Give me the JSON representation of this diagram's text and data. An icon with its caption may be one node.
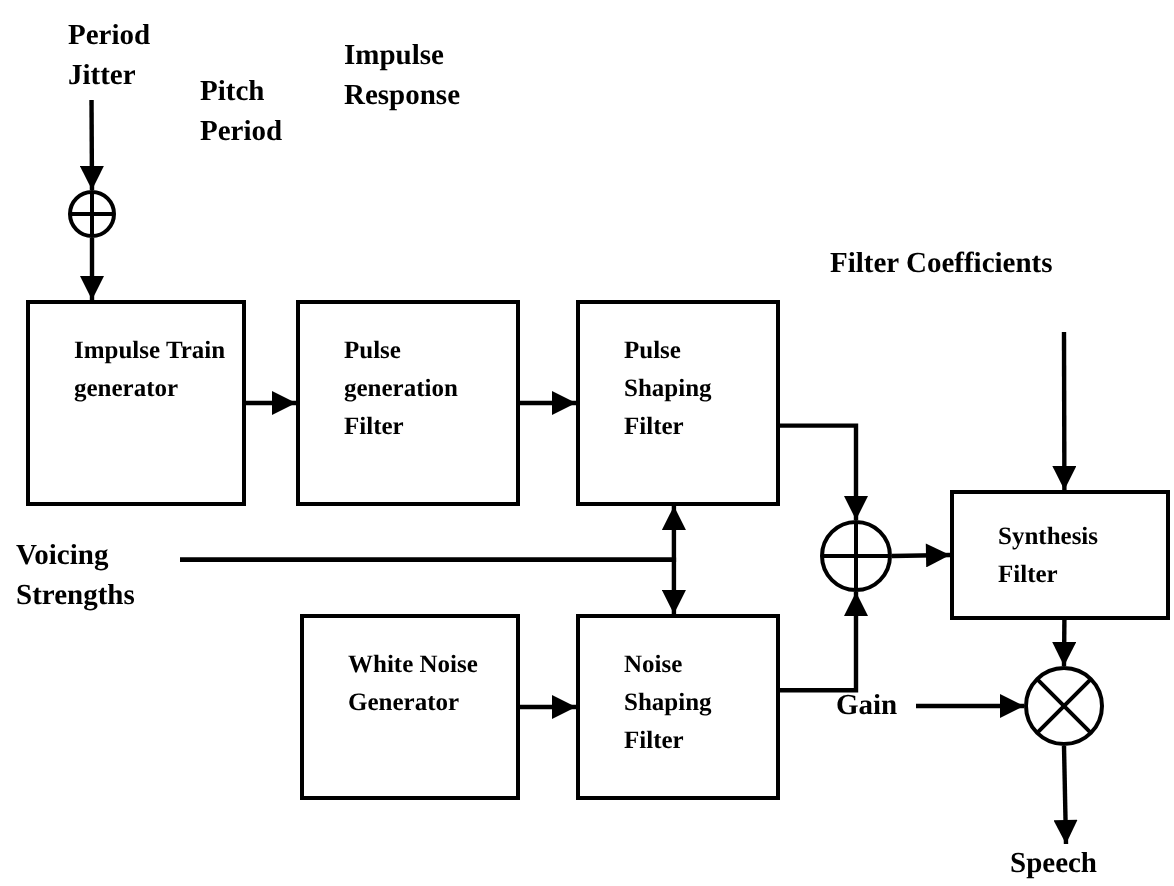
{
  "diagram": {
    "nodes": [
      {
        "text": [
          "Period Jitter"
        ]
      },
      {
        "text": [],
        "shape": "circle"
      },
      {
        "text": [
          "Impulse Train generator"
        ]
      },
      {
        "text": [
          "Pulse generation Filter"
        ]
      },
      {
        "text": [
          "Pulse Shaping Filter"
        ]
      },
      {
        "text": [
          "Voicing Strengths"
        ]
      },
      {
        "text": [
          "White Noise Generator"
        ]
      },
      {
        "text": [
          "Noise Shaping Filter"
        ]
      },
      {
        "text": [],
        "shape": "circle"
      },
      {
        "text": [
          "Filter Coefficients"
        ]
      },
      {
        "text": [
          "Synthesis Filter"
        ]
      },
      {
        "text": [
          "Gain"
        ]
      },
      {
        "text": [],
        "shape": "circle"
      },
      {
        "text": [
          "Speech"
        ]
      }
    ],
    "edges": [
      {
        "from": 0,
        "to": 1,
        "arrow": "to"
      },
      {
        "from": 1,
        "to": 2,
        "arrow": "to"
      },
      {
        "from": 2,
        "to": 3,
        "arrow": "to"
      },
      {
        "from": 3,
        "to": 4,
        "arrow": "to"
      },
      {
        "from": 5,
        "to": 4,
        "arrow": "to"
      },
      {
        "from": 5,
        "to": 7,
        "arrow": "to"
      },
      {
        "from": 6,
        "to": 7,
        "arrow": "to"
      },
      {
        "from": 4,
        "to": 8,
        "arrow": "to"
      },
      {
        "from": 7,
        "to": 8,
        "arrow": "to"
      },
      {
        "from": 8,
        "to": 10,
        "arrow": "to"
      },
      {
        "from": 9,
        "to": 10,
        "arrow": "to"
      },
      {
        "from": 10,
        "to": 12,
        "arrow": "to"
      },
      {
        "from": 11,
        "to": 12,
        "arrow": "to"
      },
      {
        "from": 12,
        "to": 13,
        "arrow": "to"
      }
    ],
    "labels": [
      "Impulse Response",
      "Pitch Period"
    ]
  }
}
